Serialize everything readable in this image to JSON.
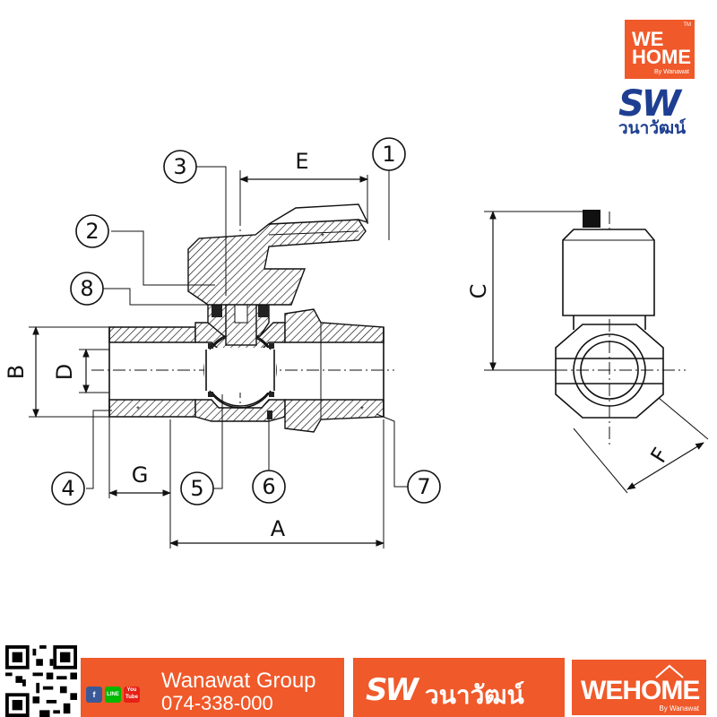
{
  "callouts": [
    "1",
    "2",
    "3",
    "4",
    "5",
    "6",
    "7",
    "8"
  ],
  "dimensions": {
    "A": "A",
    "B": "B",
    "C": "C",
    "D": "D",
    "E": "E",
    "F": "F",
    "G": "G"
  },
  "logo_top": {
    "we": "WE",
    "home": "HOME",
    "by": "By Wanawat",
    "tm": "TM",
    "sw_mark": "SW",
    "sw_thai": "วนาวัฒน์"
  },
  "footer": {
    "company": "Wanawat Group",
    "phone": "074-338-000",
    "social": [
      "f",
      "LINE",
      "You Tube"
    ],
    "sw_mark": "SW",
    "sw_thai": "วนาวัฒน์",
    "we": "WE",
    "home": "HOME",
    "by": "By Wanawat"
  },
  "colors": {
    "brand_orange": "#f0592a",
    "brand_blue": "#1e3f91",
    "line": "#111111"
  }
}
